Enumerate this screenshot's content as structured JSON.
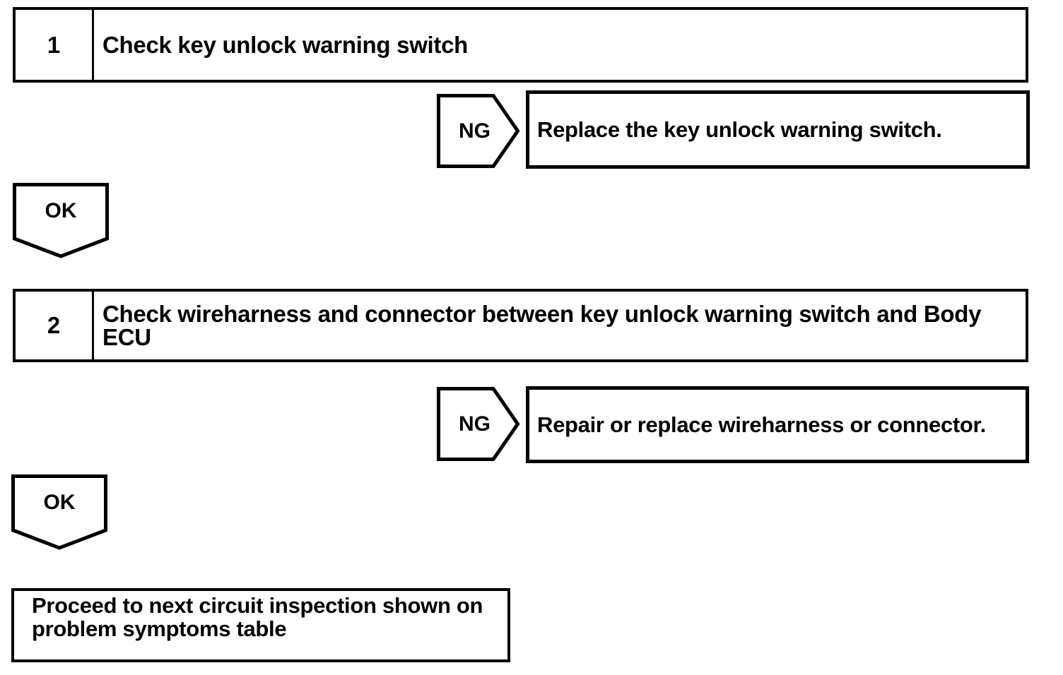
{
  "page": {
    "background": "#ffffff",
    "ink": "#000000"
  },
  "flowchart": {
    "steps": [
      {
        "number": "1",
        "title": "Check key unlock warning switch",
        "ng": {
          "label": "NG",
          "result": "Replace the key unlock warning switch."
        },
        "ok": {
          "label": "OK"
        }
      },
      {
        "number": "2",
        "title": "Check wireharness and connector between key unlock warning switch and Body ECU",
        "ng": {
          "label": "NG",
          "result": "Repair or replace wireharness or connector."
        },
        "ok": {
          "label": "OK"
        }
      }
    ],
    "terminal": {
      "text": "Proceed to next circuit inspection shown on problem symptoms table"
    }
  }
}
